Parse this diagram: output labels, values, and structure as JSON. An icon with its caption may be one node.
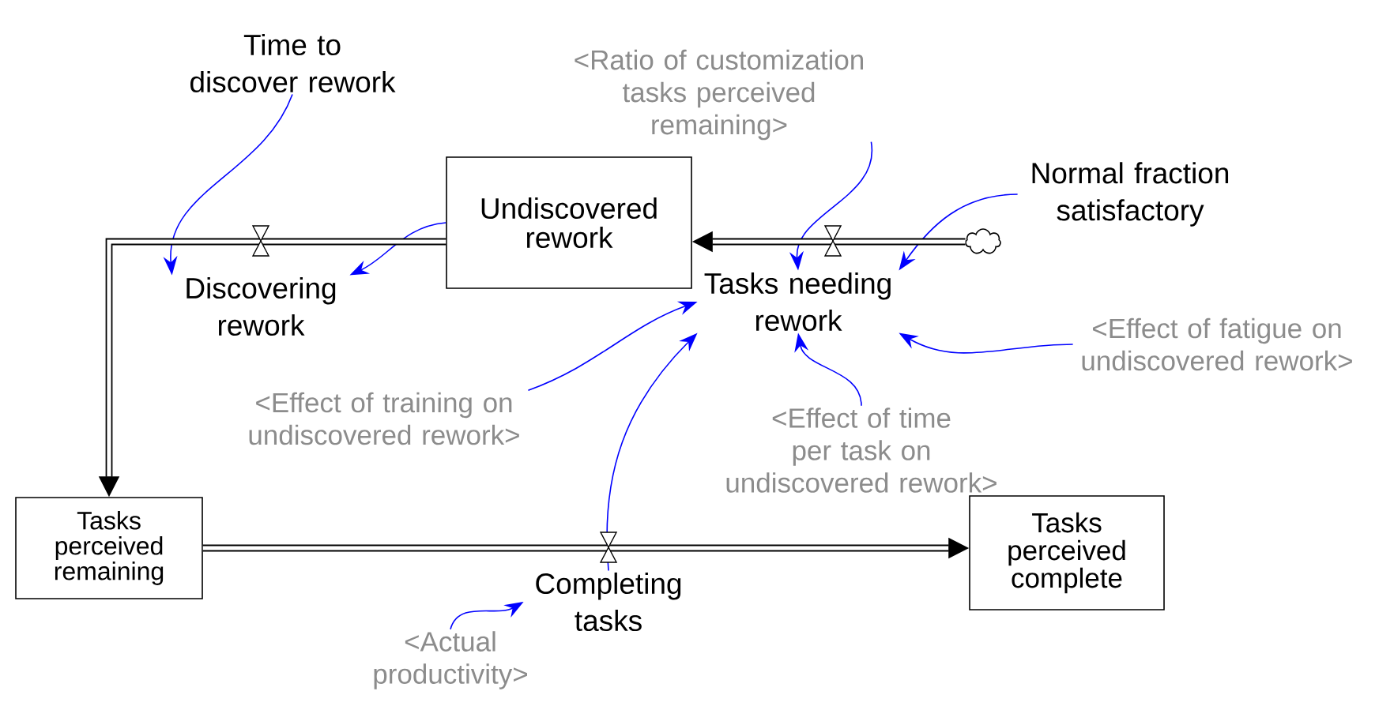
{
  "diagram": {
    "nodes": [
      {
        "text": [
          "Time to discover rework"
        ]
      },
      {
        "text": [
          "<Ratio of customization tasks perceived remaining>"
        ]
      },
      {
        "text": [
          "Undiscovered rework"
        ]
      },
      {
        "text": [
          "Normal fraction satisfactory"
        ]
      },
      {
        "text": [
          "Discovering rework"
        ]
      },
      {
        "text": [
          "Tasks needing rework"
        ]
      },
      {
        "text": [],
        "shape": "cloud"
      },
      {
        "text": [
          "<Effect of fatigue on undiscovered rework>"
        ]
      },
      {
        "text": [
          "<Effect of training on undiscovered rework>"
        ]
      },
      {
        "text": [
          "<Effect of time per task on undiscovered rework>"
        ]
      },
      {
        "text": [
          "Tasks perceived remaining"
        ]
      },
      {
        "text": [
          "Completing tasks"
        ]
      },
      {
        "text": [
          "Tasks perceived complete"
        ]
      },
      {
        "text": [
          "<Actual productivity>"
        ]
      }
    ],
    "edges": [
      {
        "from": 0,
        "to": 4,
        "arrow": "to"
      },
      {
        "from": 2,
        "to": 4,
        "arrow": "to"
      },
      {
        "from": 1,
        "to": 5,
        "arrow": "to"
      },
      {
        "from": 3,
        "to": 5,
        "arrow": "to"
      },
      {
        "from": 7,
        "to": 5,
        "arrow": "to"
      },
      {
        "from": 8,
        "to": 5,
        "arrow": "to"
      },
      {
        "from": 11,
        "to": 5,
        "arrow": "to"
      },
      {
        "from": 9,
        "to": 5,
        "arrow": "to"
      },
      {
        "from": 13,
        "to": 11,
        "arrow": "to"
      },
      {
        "from": 6,
        "to": 2,
        "arrow": "to",
        "style": "thick",
        "color": "#000000"
      },
      {
        "from": 2,
        "to": 10,
        "arrow": "to",
        "style": "thick",
        "color": "#000000"
      },
      {
        "from": 10,
        "to": 12,
        "arrow": "to",
        "style": "thick",
        "color": "#000000"
      }
    ]
  }
}
